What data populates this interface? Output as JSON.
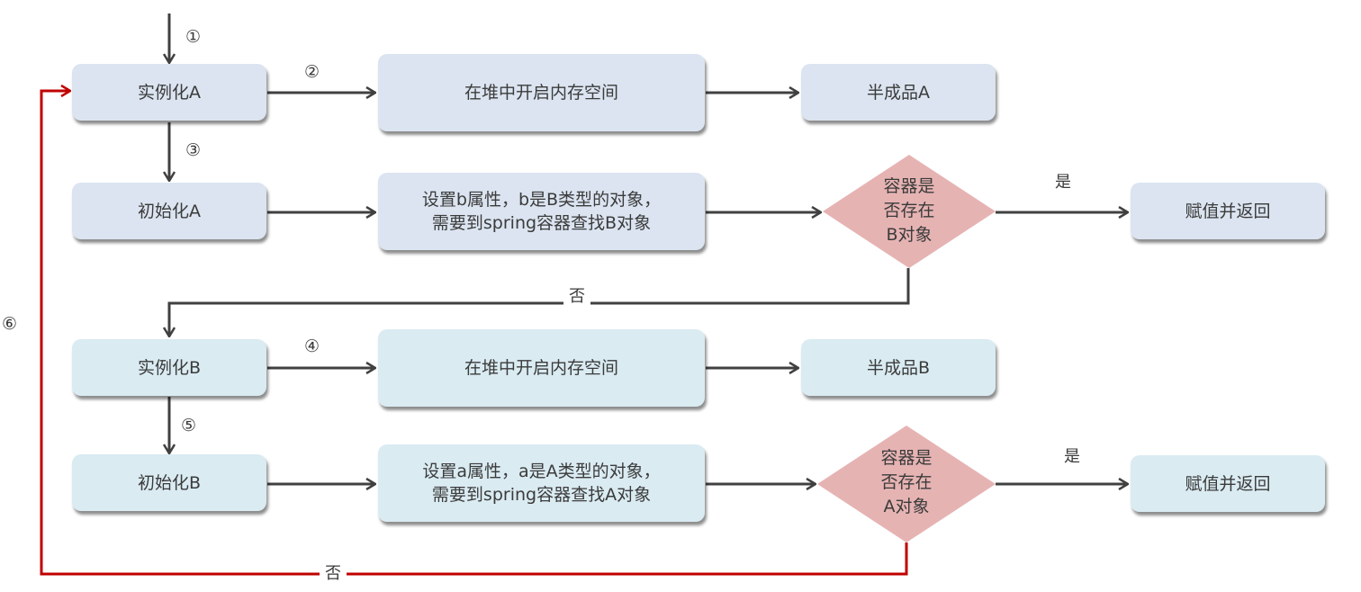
{
  "colors": {
    "flow_arrow": "#404040",
    "loop_arrow": "#c00000",
    "box_a_fill": "#dbe4f0",
    "box_b_fill": "#daebf2",
    "decision_fill": "#e6b3b3"
  },
  "steps": {
    "s1": "①",
    "s2": "②",
    "s3": "③",
    "s4": "④",
    "s5": "⑤",
    "s6": "⑥"
  },
  "row_a": {
    "instantiate": "实例化A",
    "heap_alloc": "在堆中开启内存空间",
    "half_product": "半成品A",
    "initialize": "初始化A",
    "set_prop_line1": "设置b属性，b是B类型的对象，",
    "set_prop_line2": "需要到spring容器查找B对象",
    "decision_line1": "容器是",
    "decision_line2": "否存在",
    "decision_line3": "B对象",
    "yes_label": "是",
    "no_label": "否",
    "assign_return": "赋值并返回"
  },
  "row_b": {
    "instantiate": "实例化B",
    "heap_alloc": "在堆中开启内存空间",
    "half_product": "半成品B",
    "initialize": "初始化B",
    "set_prop_line1": "设置a属性，a是A类型的对象，",
    "set_prop_line2": "需要到spring容器查找A对象",
    "decision_line1": "容器是",
    "decision_line2": "否存在",
    "decision_line3": "A对象",
    "yes_label": "是",
    "no_label": "否",
    "assign_return": "赋值并返回"
  }
}
